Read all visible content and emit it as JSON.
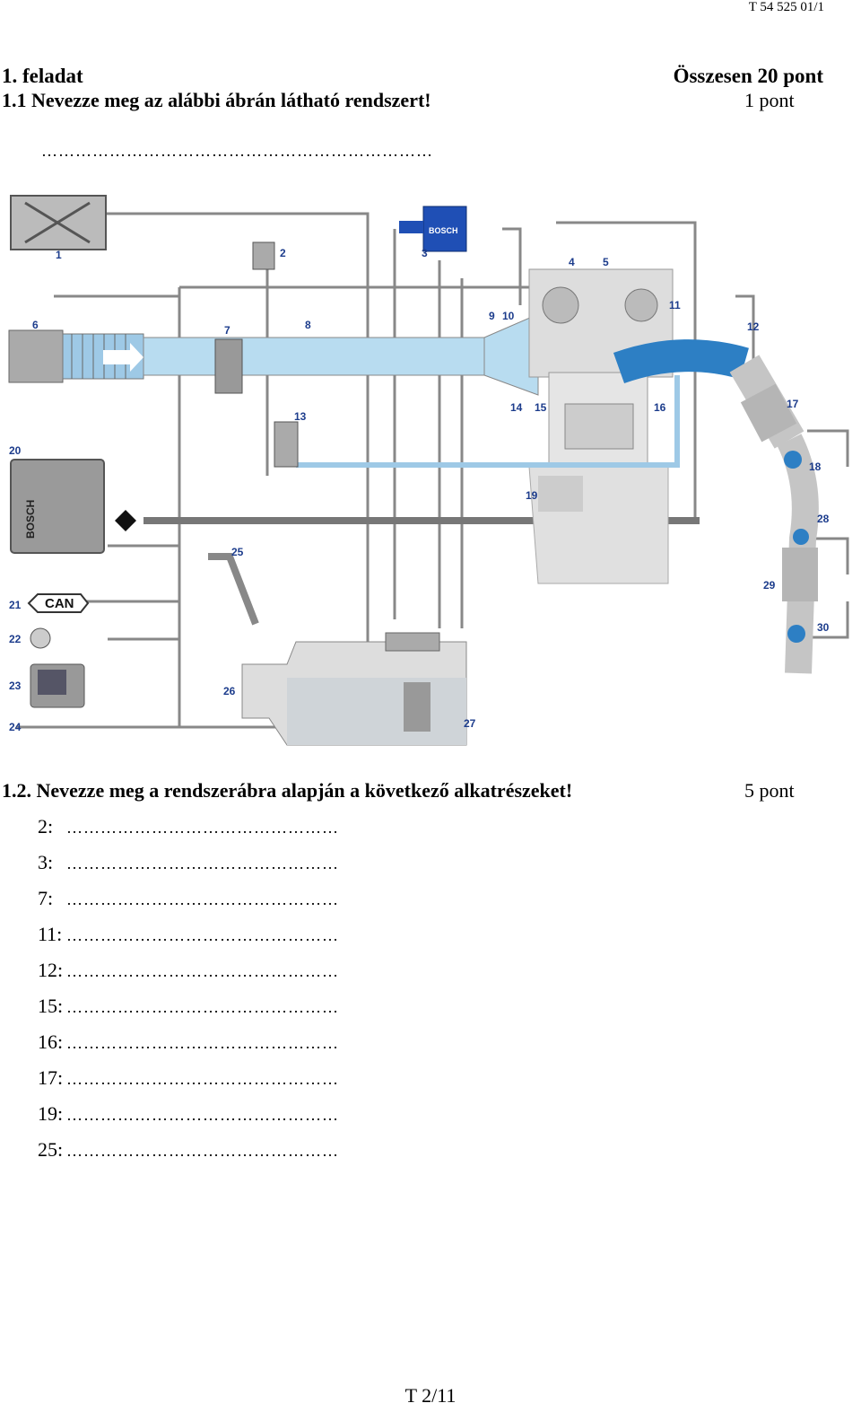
{
  "header": {
    "doc_code": "T 54 525 01/1"
  },
  "task": {
    "title": "1. feladat",
    "total": "Összesen 20 pont",
    "q1_text": "1.1 Nevezze meg az alábbi ábrán látható rendszert!",
    "q1_points": "1 pont",
    "q1_answer_line": "……………………………………………………………",
    "q2_text": "1.2. Nevezze meg a rendszerábra alapján a következő alkatrészeket!",
    "q2_points": "5 pont"
  },
  "answers": [
    {
      "label": "2:",
      "line": "…………………………………………"
    },
    {
      "label": "3:",
      "line": "…………………………………………"
    },
    {
      "label": "7:",
      "line": "…………………………………………"
    },
    {
      "label": "11:",
      "line": "…………………………………………"
    },
    {
      "label": "12:",
      "line": "…………………………………………"
    },
    {
      "label": "15:",
      "line": "…………………………………………"
    },
    {
      "label": "16:",
      "line": "…………………………………………"
    },
    {
      "label": "17:",
      "line": "…………………………………………"
    },
    {
      "label": "19:",
      "line": "…………………………………………"
    },
    {
      "label": "25:",
      "line": "…………………………………………"
    }
  ],
  "diagram": {
    "labels": [
      "1",
      "2",
      "3",
      "4",
      "5",
      "6",
      "7",
      "8",
      "9",
      "10",
      "11",
      "12",
      "13",
      "14",
      "15",
      "16",
      "17",
      "18",
      "19",
      "20",
      "21",
      "22",
      "23",
      "24",
      "25",
      "26",
      "27",
      "28",
      "29",
      "30"
    ],
    "brand_text": "BOSCH",
    "can_label": "CAN"
  },
  "footer": {
    "page": "T 2/11"
  }
}
